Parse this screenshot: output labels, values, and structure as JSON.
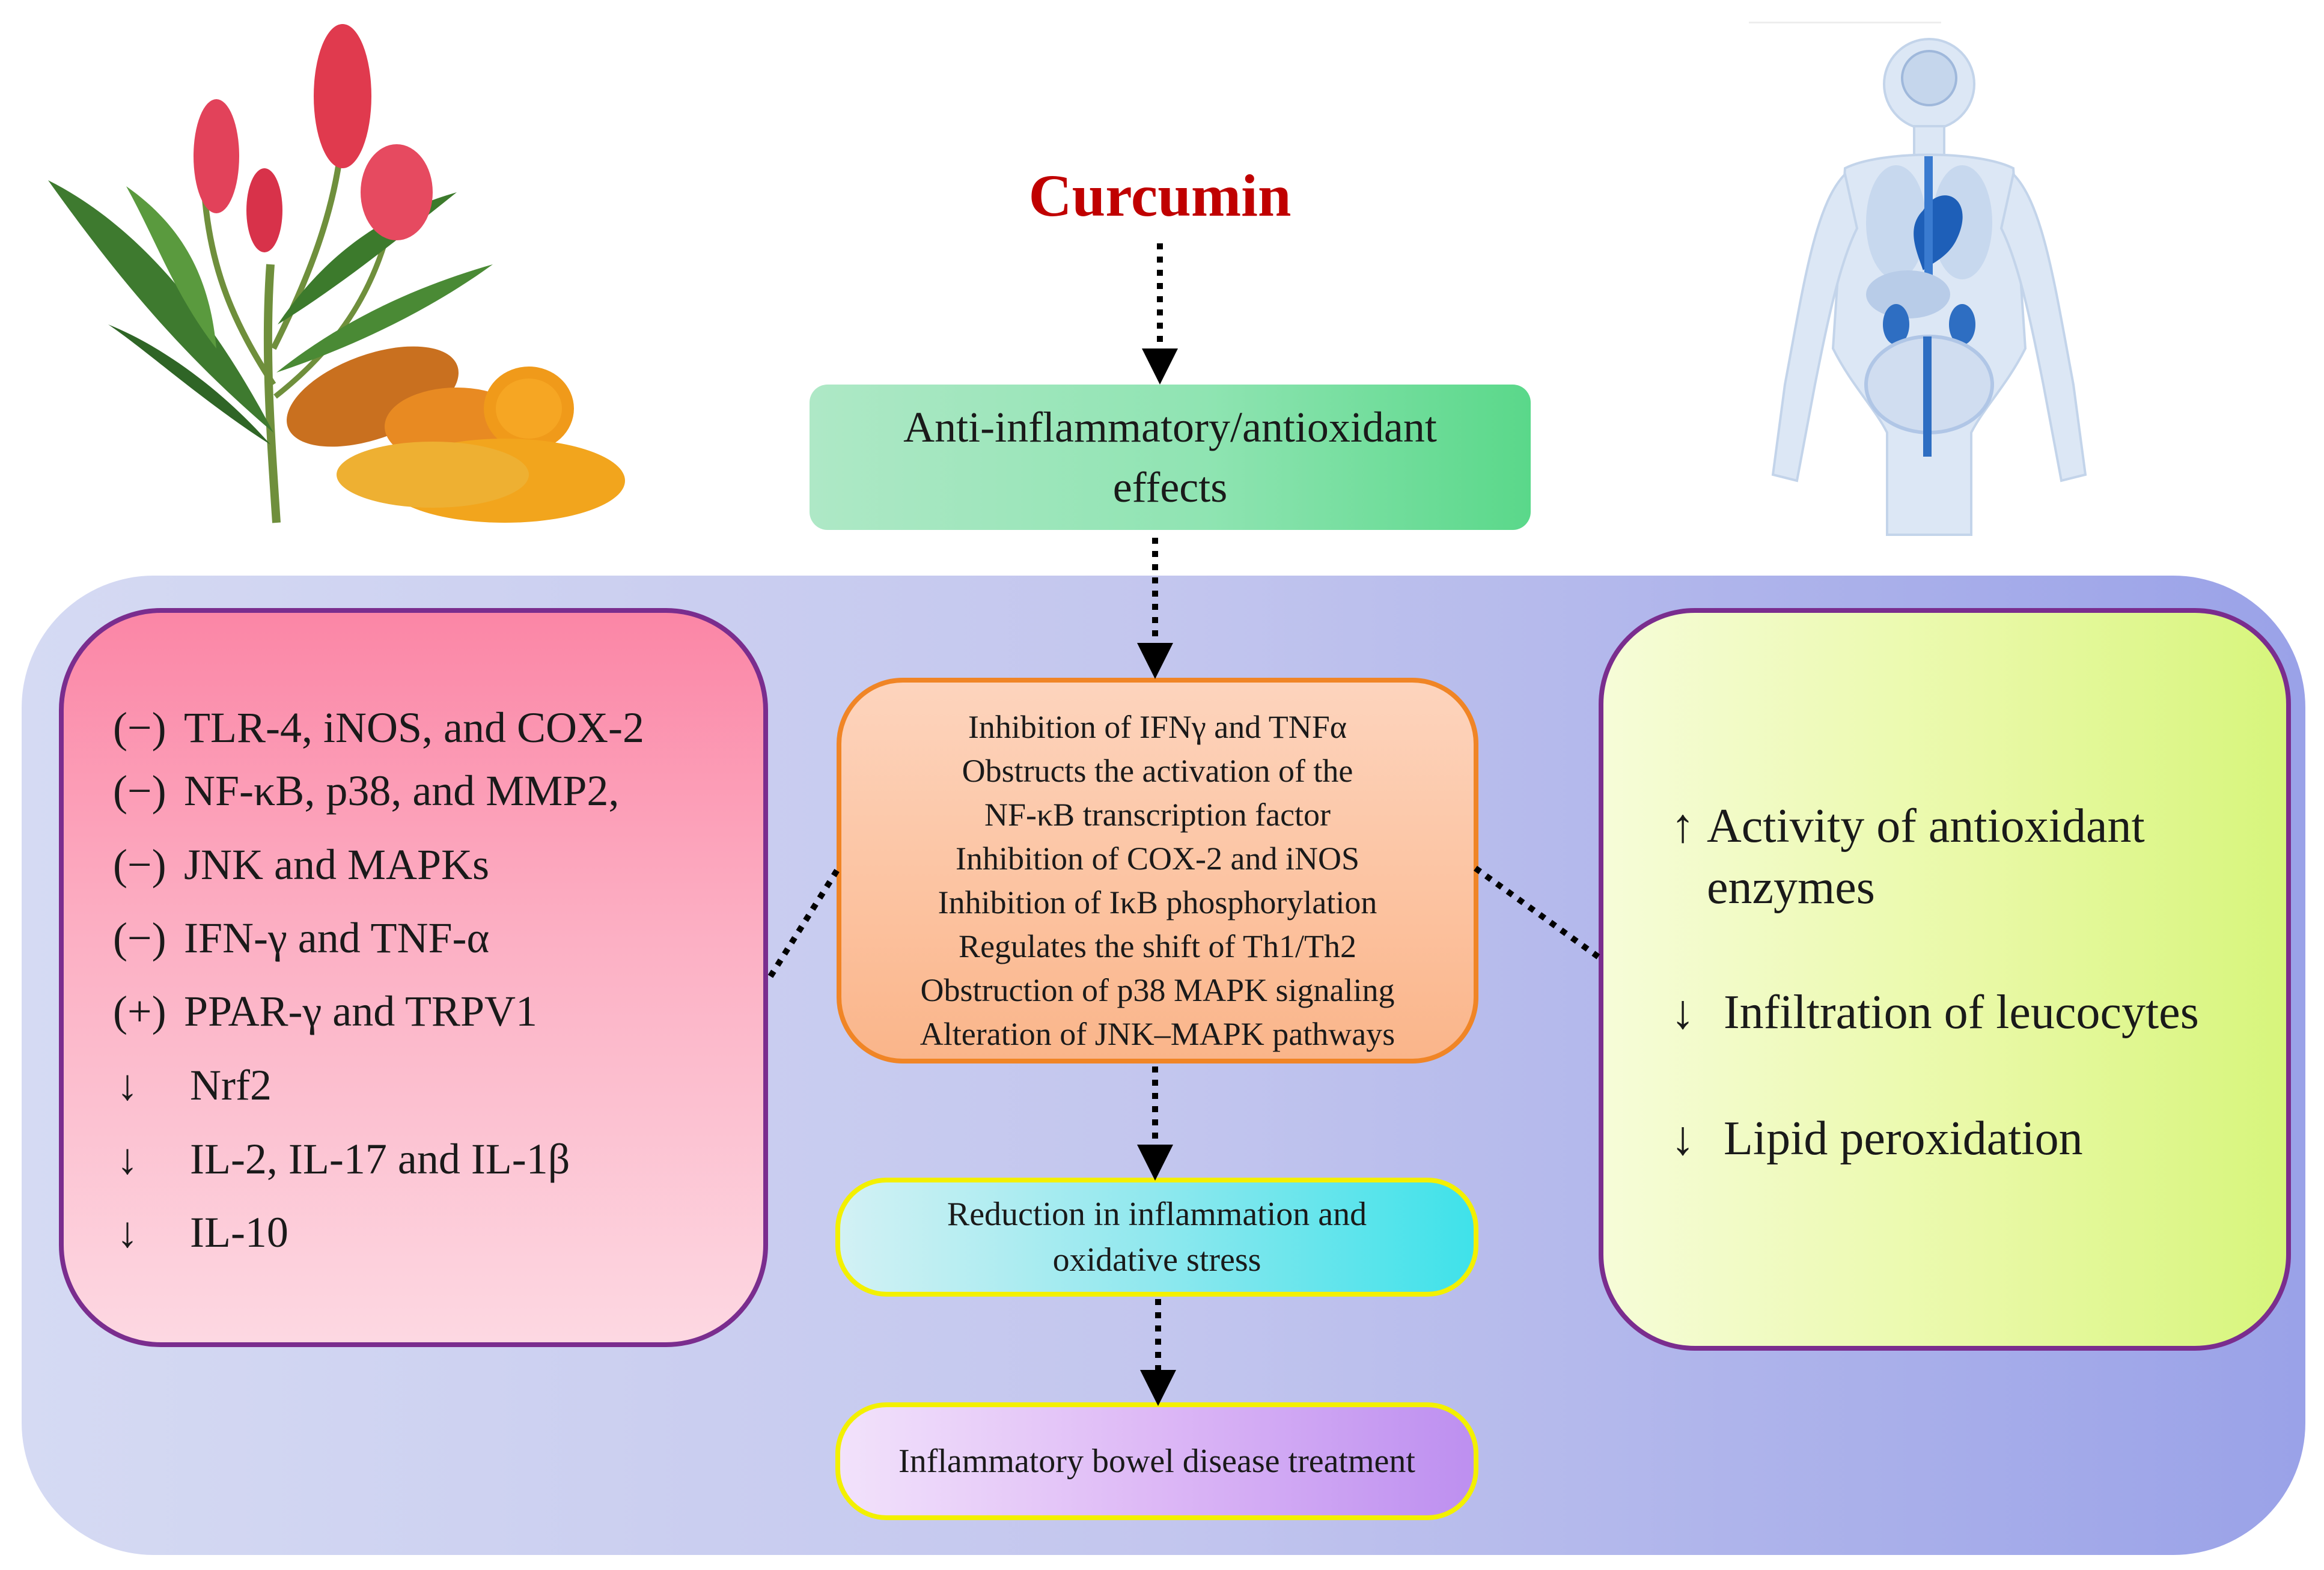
{
  "title": "Curcumin",
  "effects": {
    "line1": "Anti-inflammatory/antioxidant",
    "line2": "effects"
  },
  "left_box": {
    "items": [
      {
        "symbol": "(−)",
        "text": "TLR-4, iNOS, and COX-2"
      },
      {
        "symbol": "(−)",
        "text": "NF-κB, p38, and MMP2,"
      },
      {
        "symbol": "(−)",
        "text": "JNK and MAPKs"
      },
      {
        "symbol": "(−)",
        "text": "IFN-γ and TNF-α"
      },
      {
        "symbol": "(+)",
        "text": "PPAR-γ and  TRPV1"
      },
      {
        "symbol": "↓",
        "text": "Nrf2"
      },
      {
        "symbol": "↓",
        "text": "IL-2, IL-17 and IL-1β"
      },
      {
        "symbol": "↓",
        "text": "IL-10"
      }
    ]
  },
  "mechanisms": [
    "Inhibition  of IFNγ and TNFα",
    "Obstructs the activation of the",
    "NF-κB transcription factor",
    "Inhibition  of COX-2 and iNOS",
    "Inhibition  of IκB phosphorylation",
    "Regulates  the shift of Th1/Th2",
    "Obstruction of p38 MAPK signaling",
    "Alteration of JNK–MAPK  pathways"
  ],
  "reduction": {
    "line1": "Reduction in inflammation  and",
    "line2": "oxidative  stress"
  },
  "ibd": "Inflammatory  bowel disease  treatment",
  "right_box": {
    "item1_symbol": "↑",
    "item1_line1": "Activity of antioxidant",
    "item1_line2": "enzymes",
    "item2_symbol": "↓",
    "item2_text": "Infiltration of leucocytes",
    "item3_symbol": "↓",
    "item3_text": "Lipid peroxidation"
  },
  "icons": [
    "turmeric-plant-illustration",
    "human-body-organs-illustration"
  ],
  "colors": {
    "title": "#c00000",
    "box_border_purple": "#7a2d8e",
    "box_border_orange": "#f08526",
    "box_border_yellow": "#f3f000"
  }
}
